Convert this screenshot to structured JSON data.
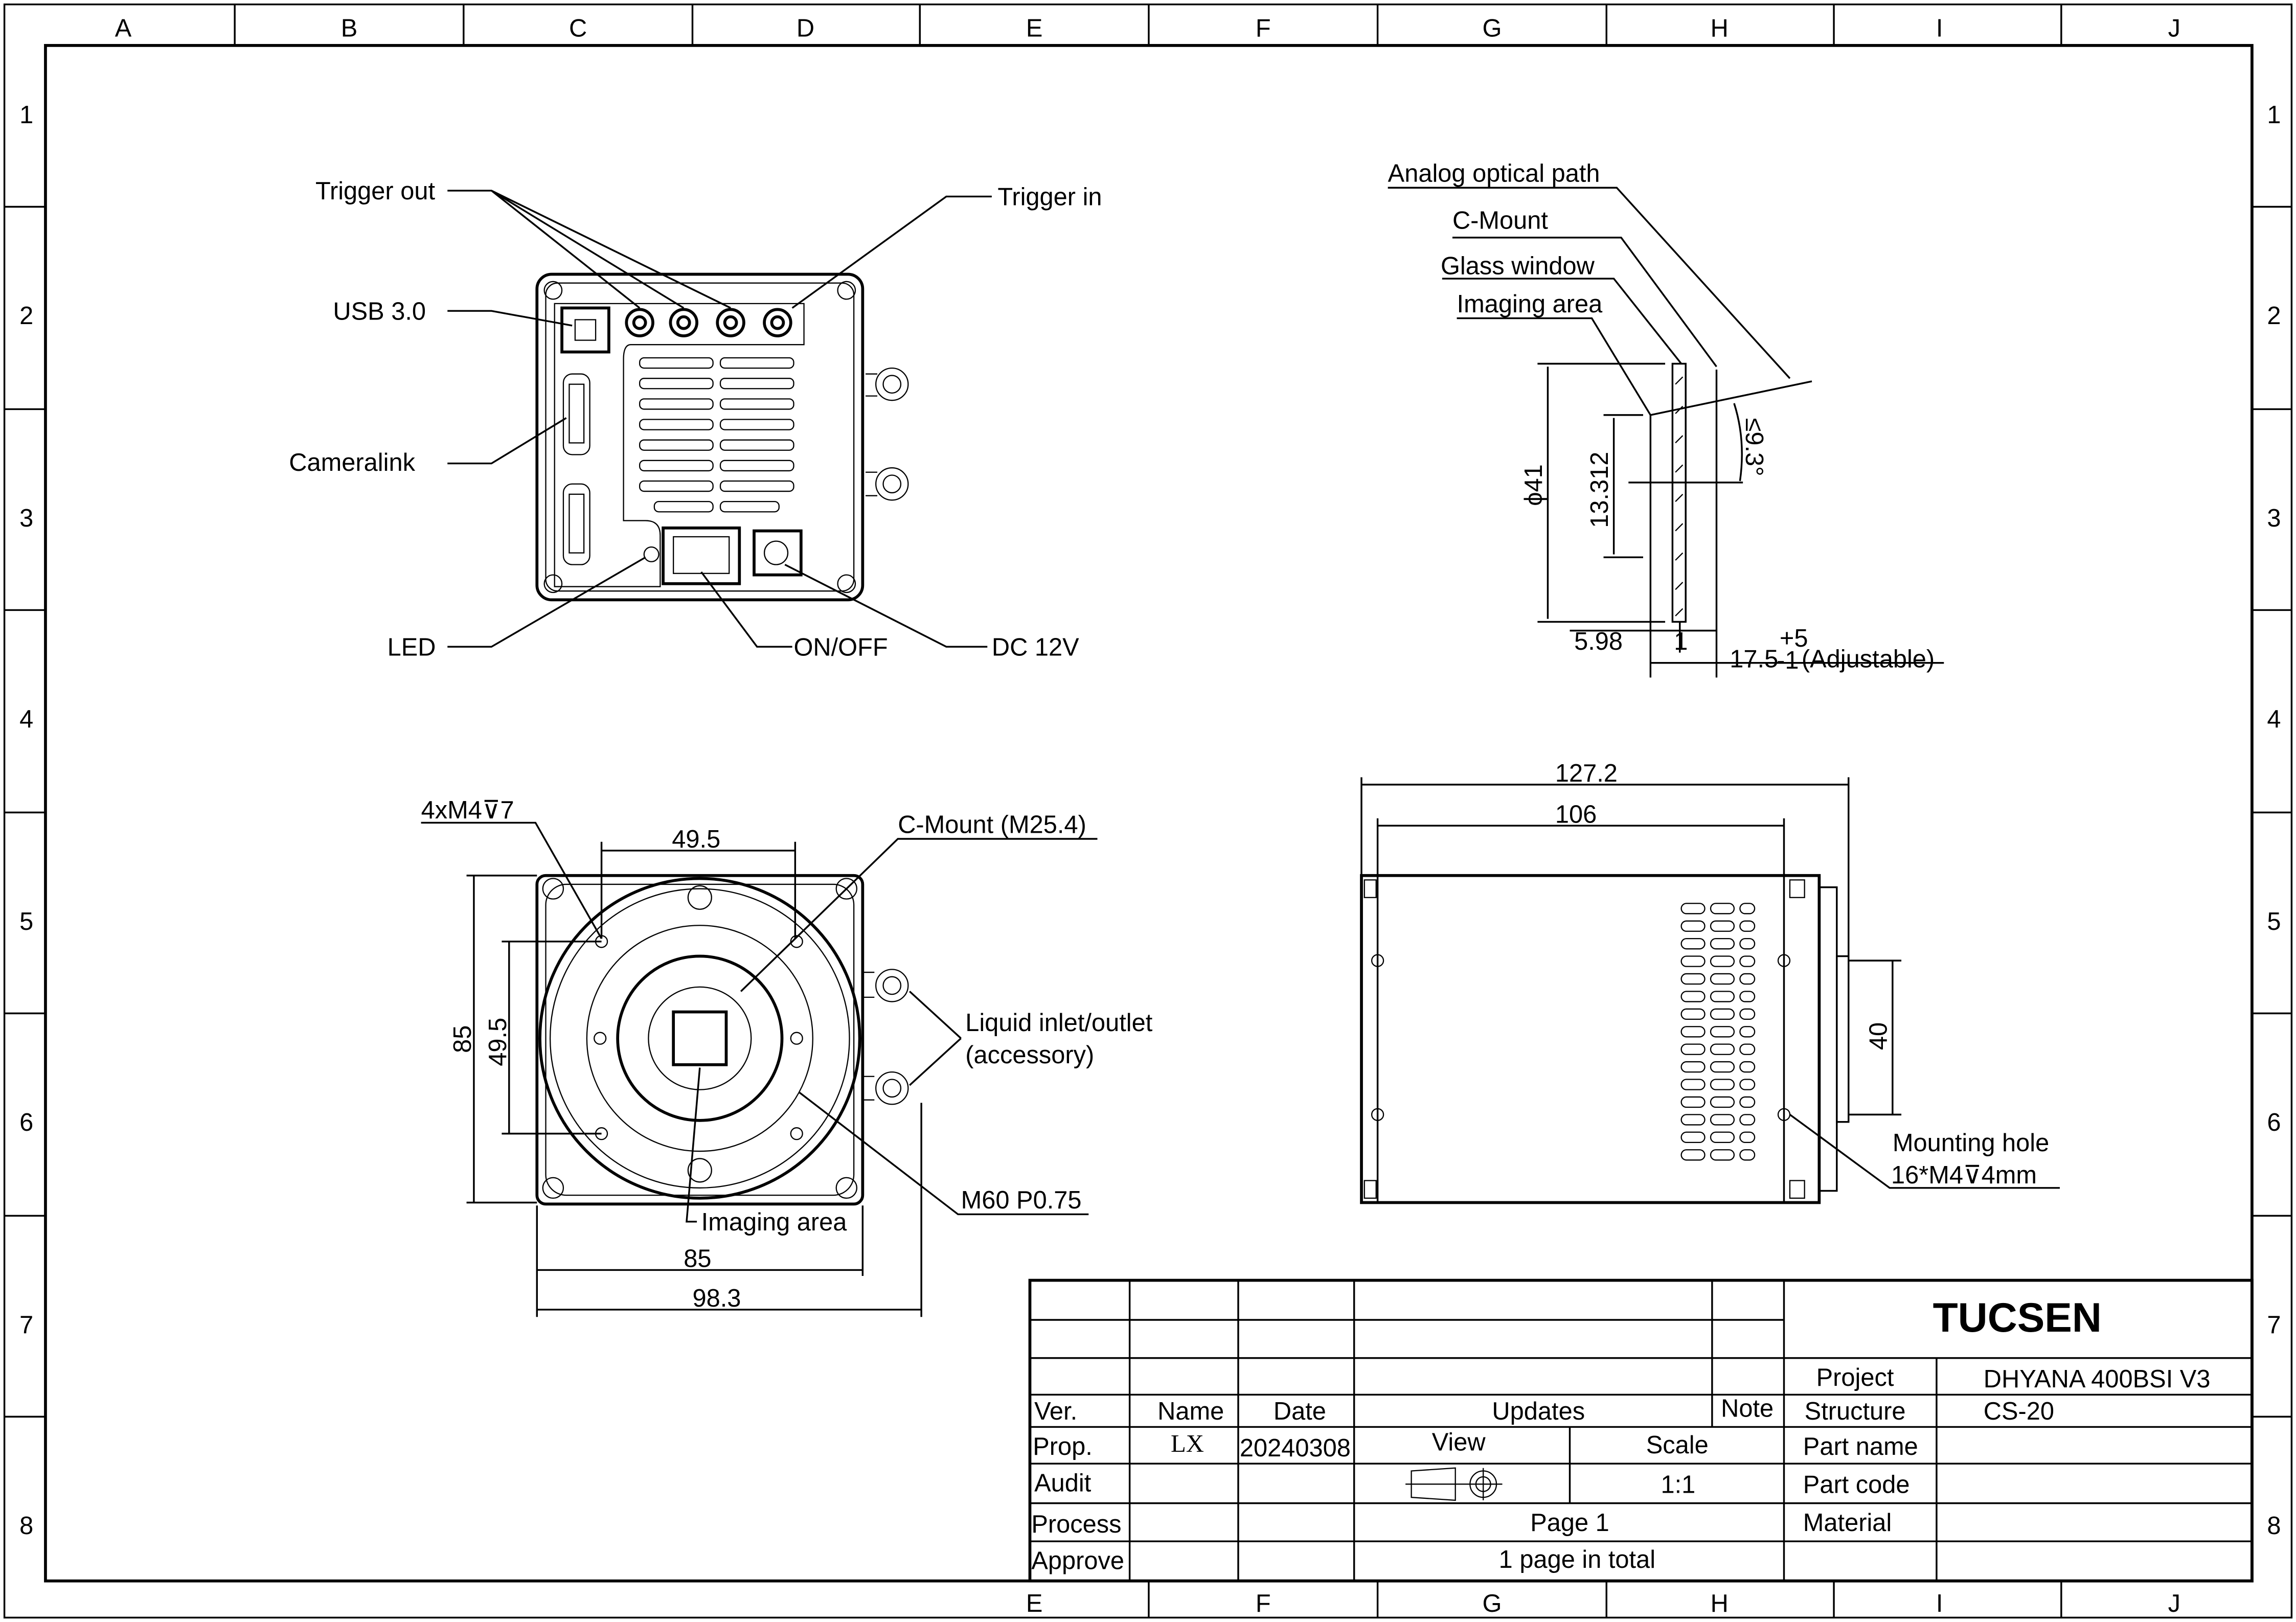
{
  "frame": {
    "columns": [
      "A",
      "B",
      "C",
      "D",
      "E",
      "F",
      "G",
      "H",
      "I",
      "J"
    ],
    "bottom_columns": [
      "E",
      "F",
      "G",
      "H",
      "I",
      "J"
    ],
    "rows": [
      "1",
      "2",
      "3",
      "4",
      "5",
      "6",
      "7",
      "8"
    ]
  },
  "back_view": {
    "trigger_out": "Trigger out",
    "trigger_in": "Trigger in",
    "usb": "USB 3.0",
    "cameralink": "Cameralink",
    "led": "LED",
    "on_off": "ON/OFF",
    "dc": "DC 12V"
  },
  "optical_view": {
    "analog_path": "Analog optical path",
    "c_mount": "C-Mount",
    "glass_window": "Glass window",
    "imaging_area": "Imaging area",
    "dia": "ϕ41",
    "sensor": "13.312",
    "angle": "≤9.3°",
    "dist_598": "5.98",
    "glass_thk": "1",
    "flange": "17.5",
    "tol_plus": "+5",
    "tol_minus": "-1",
    "adjustable": "(Adjustable)"
  },
  "front_view": {
    "holes": "4xM4⊽7",
    "c_mount": "C-Mount (M25.4)",
    "hole_spacing_h": "49.5",
    "hole_spacing_v": "49.5",
    "height": "85",
    "width": "85",
    "total_width": "98.3",
    "liquid1": "Liquid inlet/outlet",
    "liquid2": "(accessory)",
    "thread": "M60 P0.75",
    "imaging_area": "Imaging area"
  },
  "side_view": {
    "length_total": "127.2",
    "length_body": "106",
    "mount_dia": "40",
    "mounting_hole": "Mounting hole",
    "mounting_spec": "16*M4⊽4mm"
  },
  "title_block": {
    "company": "TUCSEN",
    "project_label": "Project",
    "project": "DHYANA 400BSI V3",
    "structure_label": "Structure",
    "structure": "CS-20",
    "part_name_label": "Part name",
    "part_code_label": "Part code",
    "material_label": "Material",
    "ver": "Ver.",
    "name": "Name",
    "date": "Date",
    "updates": "Updates",
    "note": "Note",
    "prop": "Prop.",
    "prop_name": "LX",
    "prop_date": "20240308",
    "audit": "Audit",
    "process": "Process",
    "approve": "Approve",
    "view": "View",
    "scale_label": "Scale",
    "scale": "1:1",
    "page": "Page 1",
    "total": "1 page in total"
  }
}
